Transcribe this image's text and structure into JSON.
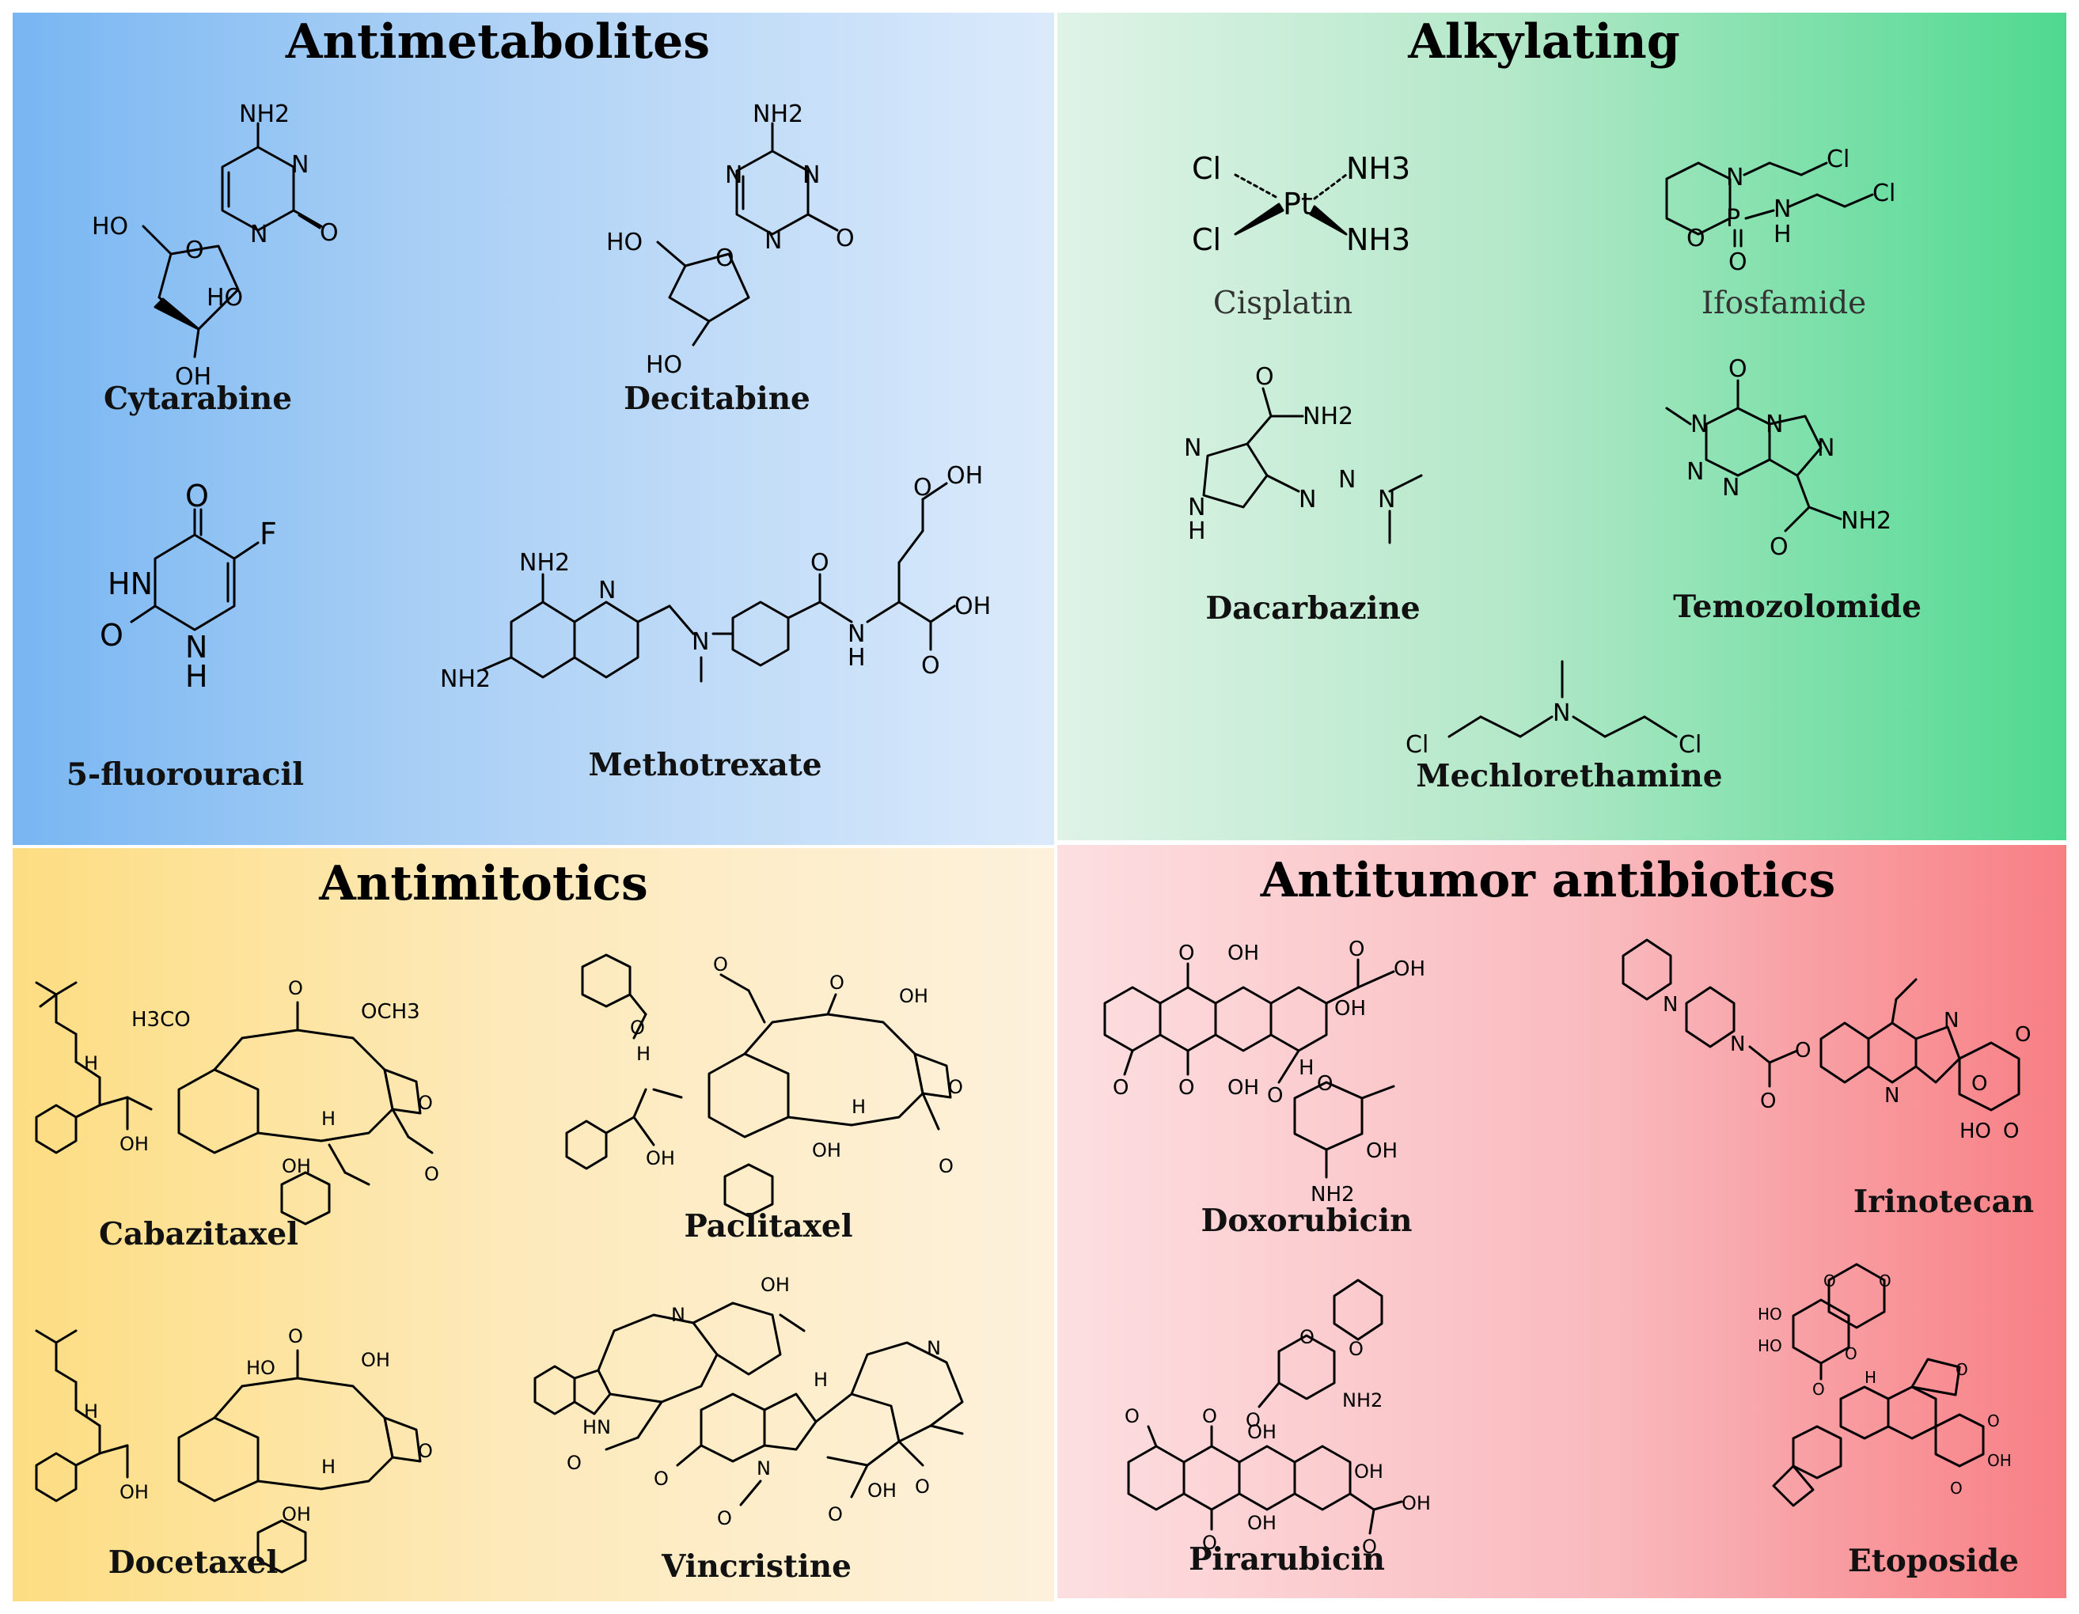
{
  "colors": {
    "antimetabolites": "#a9cff5",
    "alkylating": "#4fd990",
    "antimitotics": "#fde9b8",
    "antitumor_antibiotics": "#f77f84"
  },
  "panels": {
    "antimetabolites": {
      "title": "Antimetabolites",
      "drugs": [
        "Cytarabine",
        "Decitabine",
        "5-fluorouracil",
        "Methotrexate"
      ]
    },
    "alkylating": {
      "title": "Alkylating",
      "drugs": [
        "Cisplatin",
        "Ifosfamide",
        "Dacarbazine",
        "Temozolomide",
        "Mechlorethamine"
      ]
    },
    "antimitotics": {
      "title": "Antimitotics",
      "drugs": [
        "Cabazitaxel",
        "Paclitaxel",
        "Docetaxel",
        "Vincristine"
      ]
    },
    "antitumor_antibiotics": {
      "title": "Antitumor antibiotics",
      "drugs": [
        "Doxorubicin",
        "Irinotecan",
        "Pirarubicin",
        "Etoposide"
      ]
    }
  },
  "atom_labels": {
    "nh2": "NH2",
    "nh3": "NH3",
    "oh": "OH",
    "ho": "HO",
    "hn": "HN",
    "n": "N",
    "o": "O",
    "f": "F",
    "h": "H",
    "cl": "Cl",
    "pt": "Pt",
    "p": "P",
    "och3": "OCH3",
    "h3co": "H3CO"
  }
}
